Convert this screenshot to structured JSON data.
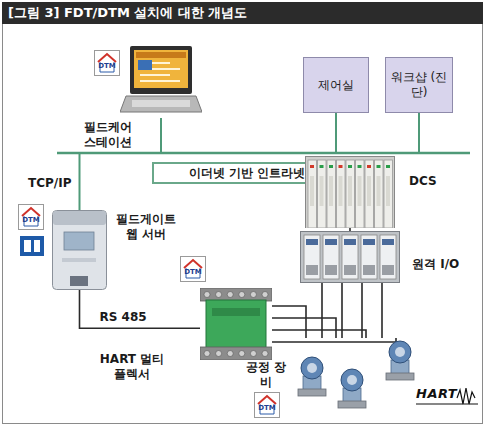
{
  "diagram": {
    "title": "[그림 3] FDT/DTM 설치에 대한 개념도",
    "nodes": [
      {
        "text": [
          "필드케어 스테이션"
        ]
      },
      {
        "text": [
          "제어실"
        ]
      },
      {
        "text": [
          "워크샵 (진단)"
        ]
      },
      {
        "text": [
          "이더넷 기반 인트라넷"
        ]
      },
      {
        "text": [
          "DCS"
        ]
      },
      {
        "text": [
          "필드게이트 웹 서버"
        ]
      },
      {
        "text": [
          "원격 I/O"
        ]
      },
      {
        "text": [
          "HART 멀티플렉서"
        ]
      },
      {
        "text": [
          "공정 장비"
        ]
      }
    ],
    "edges": [
      {
        "from": 5,
        "to": 7,
        "label": "RS 485",
        "arrow": "none"
      },
      {
        "from": 4,
        "to": 6,
        "arrow": "none"
      },
      {
        "from": 7,
        "to": 8,
        "arrow": "none"
      },
      {
        "from": 6,
        "to": 8,
        "arrow": "none"
      }
    ],
    "labels": [
      "DTM",
      "TCP/IP",
      "DTM",
      "DTM",
      "DTM",
      "HART"
    ]
  }
}
